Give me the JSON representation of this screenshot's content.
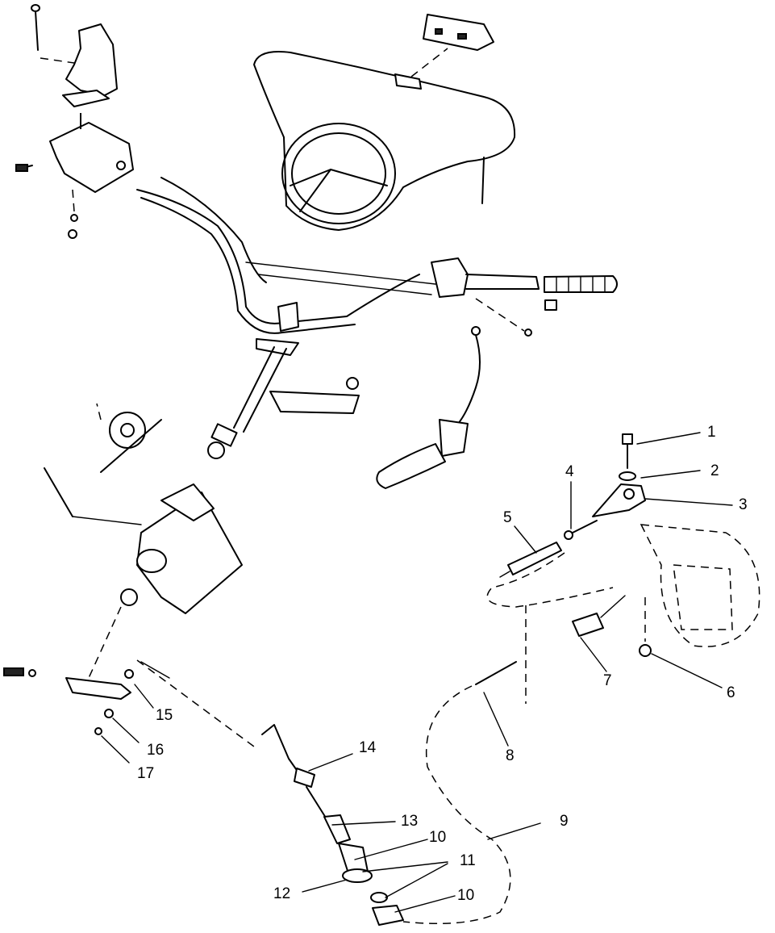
{
  "diagram": {
    "callouts": [
      "1",
      "2",
      "3",
      "4",
      "5",
      "6",
      "7",
      "8",
      "9",
      "10",
      "11",
      "12",
      "13",
      "14",
      "15",
      "16",
      "17",
      "10",
      "11"
    ]
  }
}
